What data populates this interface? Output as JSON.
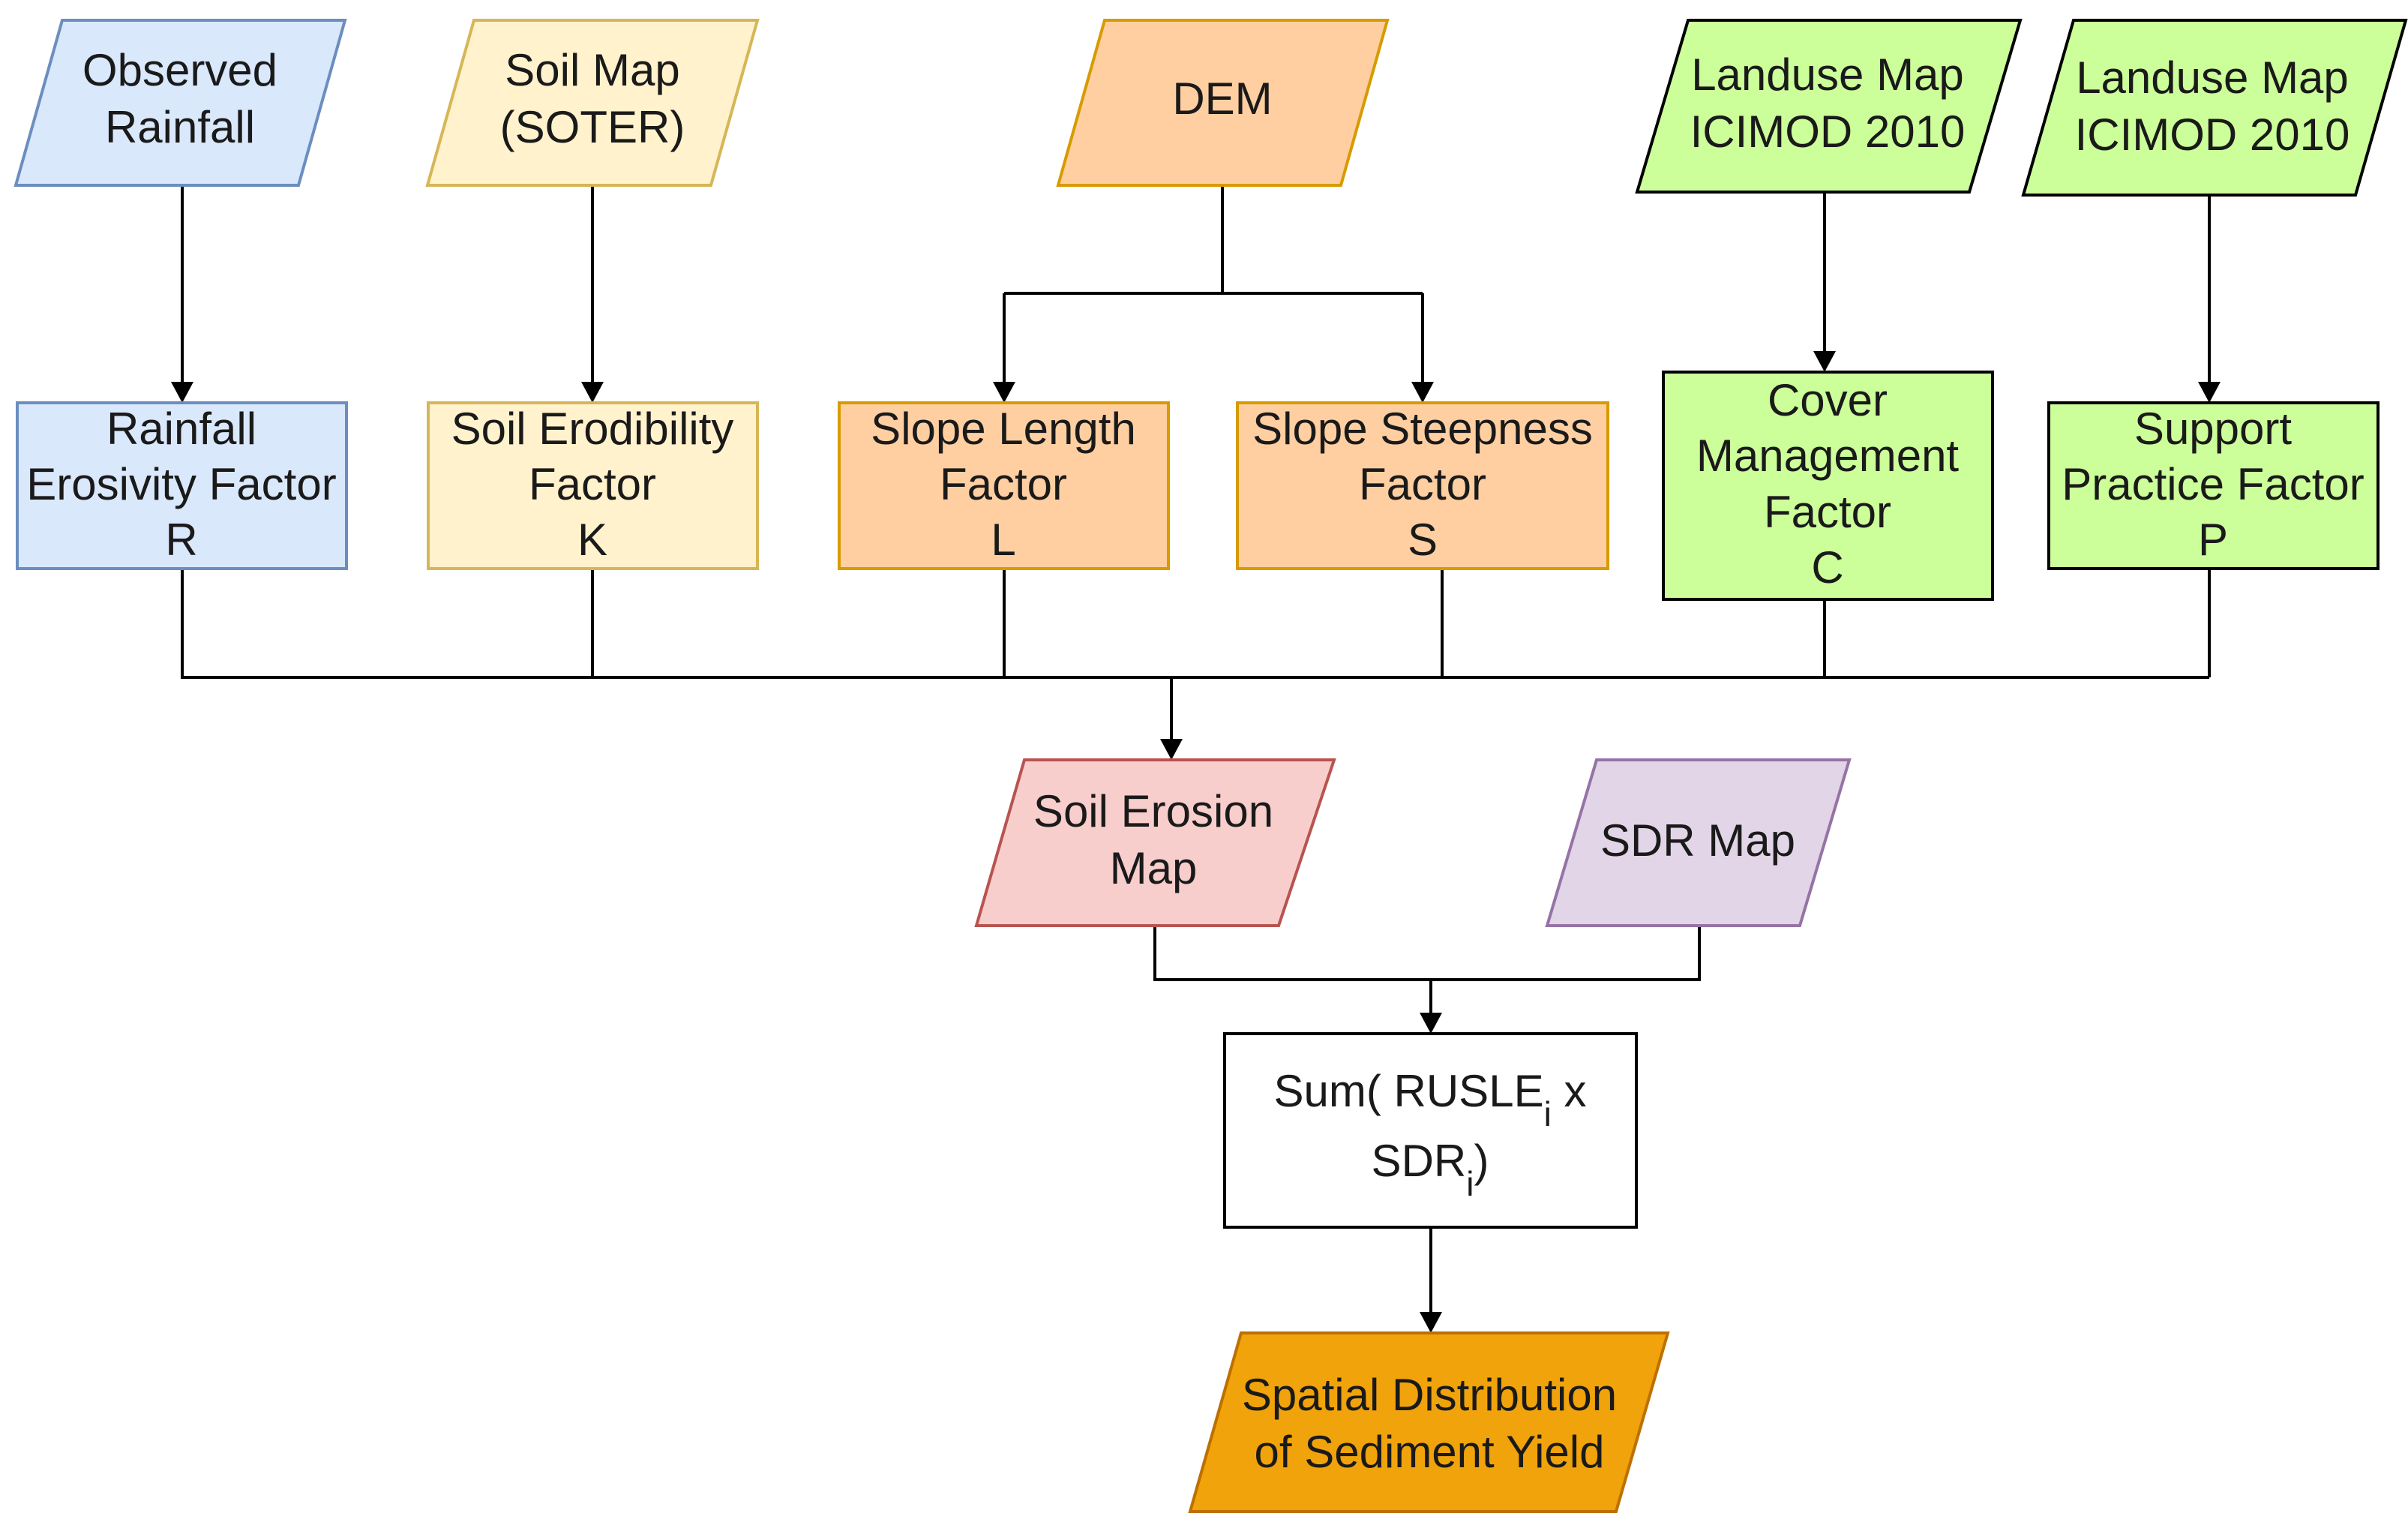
{
  "colors": {
    "rainfall_fill": "#dae8fc",
    "rainfall_stroke": "#6c8ebf",
    "soil_fill": "#fff2cc",
    "soil_stroke": "#d6b656",
    "dem_fill": "#ffcfa2",
    "dem_stroke": "#d79b00",
    "landuse_fill": "#ccff99",
    "landuse_stroke": "#000000",
    "erosion_fill": "#f8cecc",
    "erosion_stroke": "#b85450",
    "sdr_fill": "#e1d5e7",
    "sdr_stroke": "#9673a6",
    "output_fill": "#f0a30a",
    "output_stroke": "#bd7000",
    "plain_fill": "#ffffff",
    "plain_stroke": "#000000",
    "line": "#000000"
  },
  "inputs": {
    "observed_rainfall": {
      "line1": "Observed",
      "line2": "Rainfall"
    },
    "soil_map": {
      "line1": "Soil Map",
      "line2": "(SOTER)"
    },
    "dem": {
      "line1": "DEM"
    },
    "landuse_map_1": {
      "line1": "Landuse Map",
      "line2": "ICIMOD 2010"
    },
    "landuse_map_2": {
      "line1": "Landuse Map",
      "line2": "ICIMOD 2010"
    }
  },
  "factors": {
    "rainfall_erosivity": {
      "line1": "Rainfall",
      "line2": "Erosivity Factor",
      "line3": "R"
    },
    "soil_erodibility": {
      "line1": "Soil Erodibility",
      "line2": "Factor",
      "line3": "K"
    },
    "slope_length": {
      "line1": "Slope Length",
      "line2": "Factor",
      "line3": "L"
    },
    "slope_steepness": {
      "line1": "Slope Steepness",
      "line2": "Factor",
      "line3": "S"
    },
    "cover_management": {
      "line1": "Cover",
      "line2": "Management",
      "line3": "Factor",
      "line4": "C"
    },
    "support_practice": {
      "line1": "Support",
      "line2": "Practice Factor",
      "line3": "P"
    }
  },
  "intermediate": {
    "soil_erosion_map": {
      "line1": "Soil Erosion",
      "line2": "Map"
    },
    "sdr_map": {
      "line1": "SDR Map"
    }
  },
  "calculation": {
    "line1_main": "Sum( RUSLE",
    "line1_sub": "i",
    "line1_tail": " x",
    "line2_main": "SDR",
    "line2_sub": "i",
    "line2_tail": ")"
  },
  "output": {
    "line1": "Spatial Distribution",
    "line2": "of Sediment Yield"
  }
}
